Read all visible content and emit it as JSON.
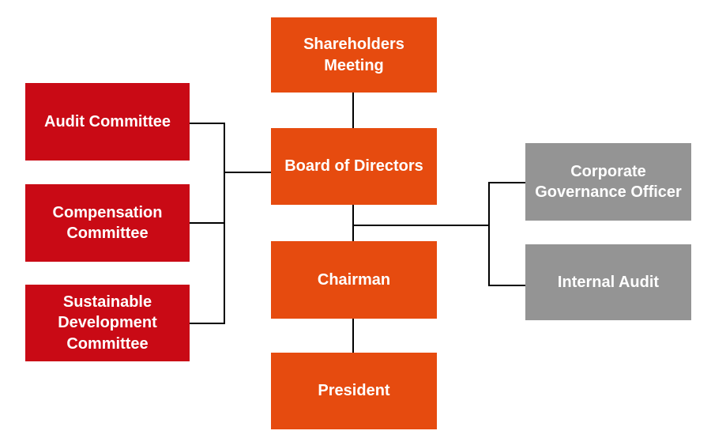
{
  "canvas": {
    "background": "#ffffff",
    "line_color": "#000000",
    "text_color": "#ffffff"
  },
  "palette": {
    "orange": "#E64B0F",
    "red": "#C90A15",
    "gray": "#949494"
  },
  "nodes": {
    "shareholders_meeting": {
      "label": "Shareholders Meeting",
      "color": "#E64B0F"
    },
    "board_of_directors": {
      "label": "Board of Directors",
      "color": "#E64B0F"
    },
    "chairman": {
      "label": "Chairman",
      "color": "#E64B0F"
    },
    "president": {
      "label": "President",
      "color": "#E64B0F"
    },
    "audit_committee": {
      "label": "Audit Committee",
      "color": "#C90A15"
    },
    "compensation_committee": {
      "label": "Compensation Committee",
      "color": "#C90A15"
    },
    "sustainable_development_committee": {
      "label": "Sustainable Development Committee",
      "color": "#C90A15"
    },
    "corporate_governance_officer": {
      "label": "Corporate Governance Officer",
      "color": "#949494"
    },
    "internal_audit": {
      "label": "Internal Audit",
      "color": "#949494"
    }
  },
  "edges": [
    {
      "from": "shareholders_meeting",
      "to": "board_of_directors"
    },
    {
      "from": "board_of_directors",
      "to": "chairman"
    },
    {
      "from": "chairman",
      "to": "president"
    },
    {
      "from": "board_of_directors",
      "to": "audit_committee"
    },
    {
      "from": "board_of_directors",
      "to": "compensation_committee"
    },
    {
      "from": "board_of_directors",
      "to": "sustainable_development_committee"
    },
    {
      "from": "board_of_directors",
      "to": "corporate_governance_officer"
    },
    {
      "from": "board_of_directors",
      "to": "internal_audit"
    }
  ]
}
